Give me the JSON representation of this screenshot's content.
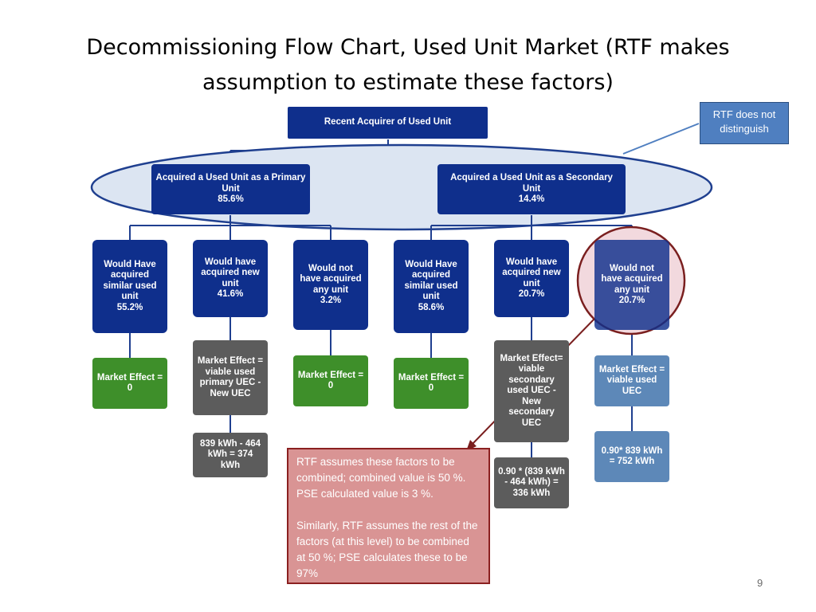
{
  "title": {
    "line1": "Decommissioning Flow Chart, Used Unit Market (RTF makes",
    "line2": "assumption to estimate these factors)"
  },
  "root": {
    "label": "Recent Acquirer of Used Unit"
  },
  "level1": [
    {
      "label": "Acquired a Used Unit as a Primary Unit",
      "value": "85.6%"
    },
    {
      "label": "Acquired a Used Unit as a Secondary Unit",
      "value": "14.4%"
    }
  ],
  "level2": [
    {
      "label": "Would Have acquired similar used unit",
      "value": "55.2%"
    },
    {
      "label": "Would have acquired new unit",
      "value": "41.6%"
    },
    {
      "label": "Would not have acquired any unit",
      "value": "3.2%"
    },
    {
      "label": "Would Have acquired similar used unit",
      "value": "58.6%"
    },
    {
      "label": "Would have acquired new unit",
      "value": "20.7%"
    },
    {
      "label": "Would not have acquired any unit",
      "value": "20.7%"
    }
  ],
  "level3": [
    {
      "label": "Market Effect = 0"
    },
    {
      "label": "Market Effect = viable used primary UEC - New UEC"
    },
    {
      "label": "Market Effect =  0"
    },
    {
      "label": "Market Effect = 0"
    },
    {
      "label": "Market Effect= viable secondary used UEC - New secondary UEC"
    },
    {
      "label": "Market Effect = viable used UEC"
    }
  ],
  "level4": [
    {
      "label": "839 kWh - 464 kWh = 374 kWh"
    },
    {
      "label": "0.90 * (839 kWh - 464 kWh) = 336 kWh"
    },
    {
      "label": "0.90* 839 kWh = 752 kWh"
    }
  ],
  "notes": {
    "rtf_distinguish": "RTF does not distinguish",
    "rtf_assumes_p1": "RTF assumes these factors to be combined; combined value is 50 %. PSE calculated value is 3 %.",
    "rtf_assumes_p2": "Similarly, RTF assumes the rest of the factors (at this level) to be combined at 50 %; PSE calculates these to be 97%"
  },
  "page_number": "9",
  "colors": {
    "navy": "#0f2f8c",
    "green": "#3e8f2a",
    "gray": "#5c5c5c",
    "steel": "#5d88b8",
    "ellipse_fill": "#dce5f2",
    "ellipse_stroke": "#1f3f8f",
    "circle_stroke": "#7a1f1f",
    "note_red": "#d99494",
    "note_blue": "#4f7fc0"
  }
}
